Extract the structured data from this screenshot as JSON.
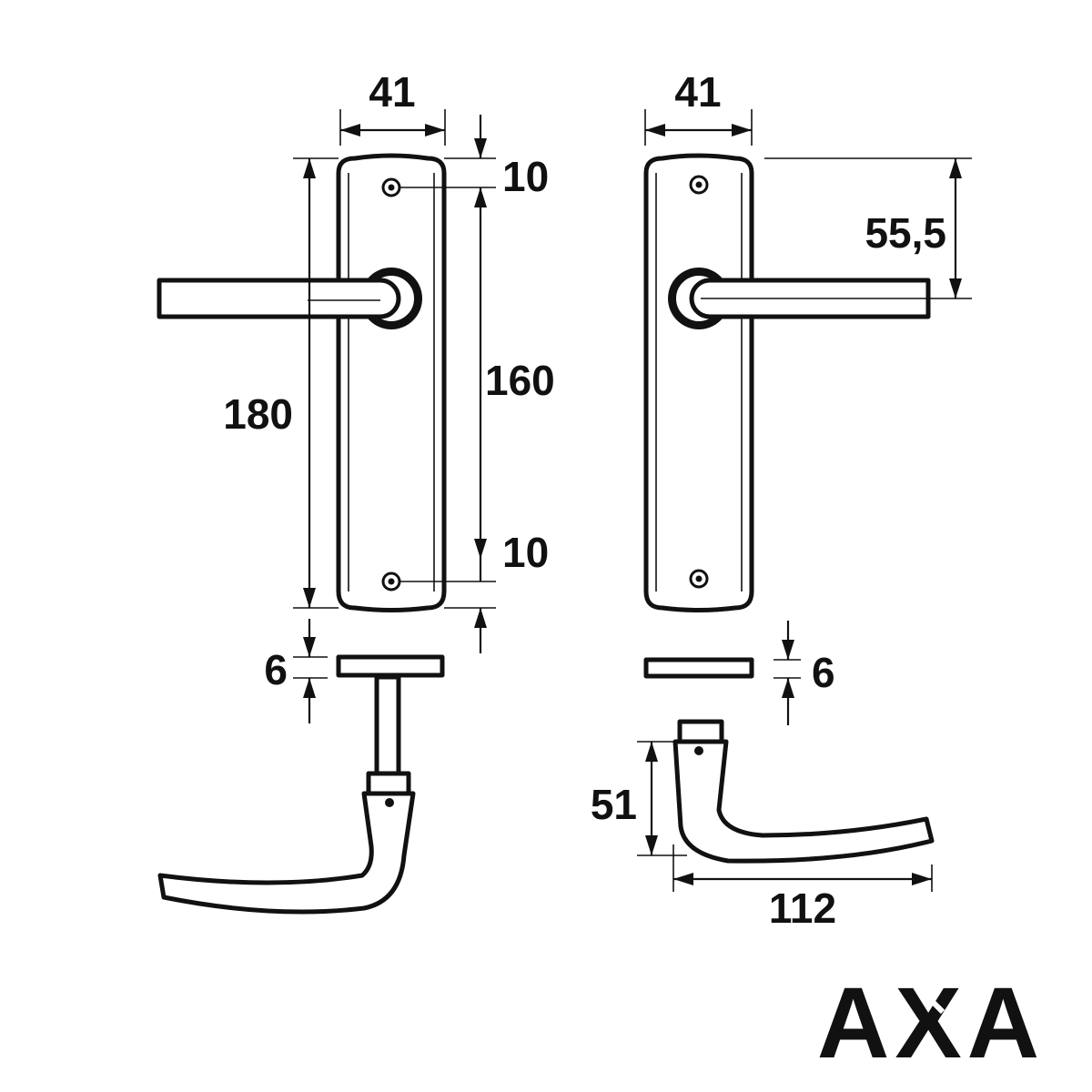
{
  "dimensions": {
    "left_width": "41",
    "right_width": "41",
    "top_hole_offset": "10",
    "hole_spacing": "160",
    "bottom_hole_offset": "10",
    "overall_height": "180",
    "spindle_height": "55,5",
    "rose_thickness_left": "6",
    "rose_thickness_right": "6",
    "lever_height": "51",
    "lever_length": "112"
  },
  "brand": {
    "logo_text": "AXA"
  }
}
